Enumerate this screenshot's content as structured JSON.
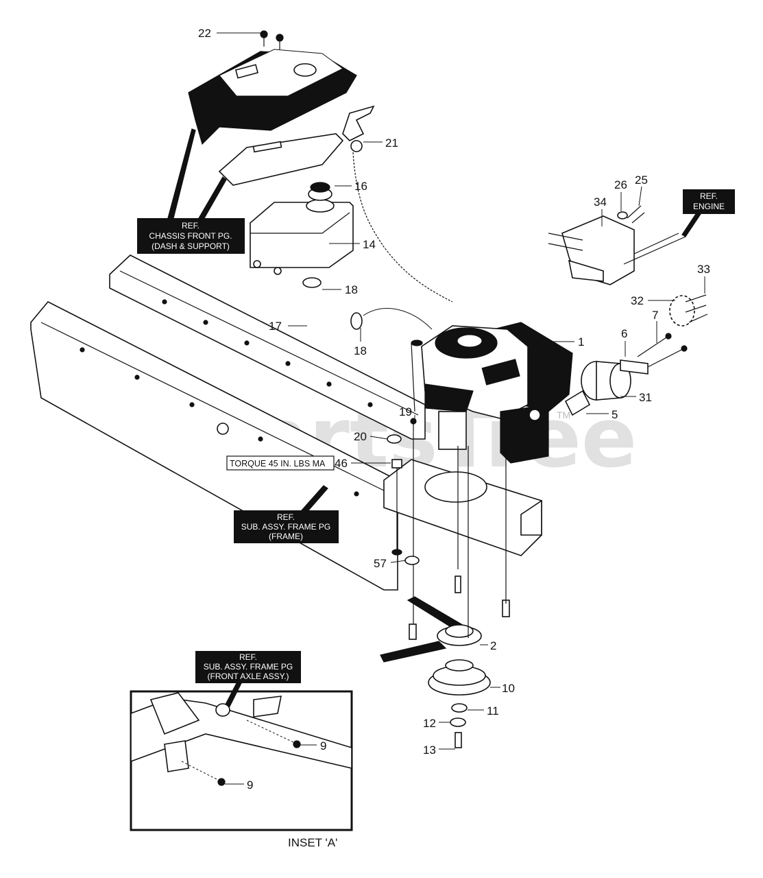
{
  "watermark": "PartsTree",
  "watermark_tm": "TM",
  "callouts": {
    "c1": "1",
    "c2": "2",
    "c5": "5",
    "c6": "6",
    "c7": "7",
    "c9a": "9",
    "c9b": "9",
    "c10": "10",
    "c11": "11",
    "c12": "12",
    "c13": "13",
    "c14": "14",
    "c16": "16",
    "c17": "17",
    "c18a": "18",
    "c18b": "18",
    "c19": "19",
    "c20": "20",
    "c21": "21",
    "c22": "22",
    "c25": "25",
    "c26": "26",
    "c31": "31",
    "c32": "32",
    "c33": "33",
    "c34": "34",
    "c46": "46",
    "c57": "57"
  },
  "ref_boxes": {
    "chassis_front": [
      "REF.",
      "CHASSIS FRONT PG.",
      "(DASH & SUPPORT)"
    ],
    "engine": [
      "REF.",
      "ENGINE"
    ],
    "frame": [
      "REF.",
      "SUB. ASSY. FRAME PG",
      "(FRAME)"
    ],
    "front_axle": [
      "REF.",
      "SUB. ASSY. FRAME PG",
      "(FRONT AXLE ASSY.)"
    ]
  },
  "torque_label": "TORQUE 45 IN. LBS MA",
  "inset_label": "INSET 'A'"
}
